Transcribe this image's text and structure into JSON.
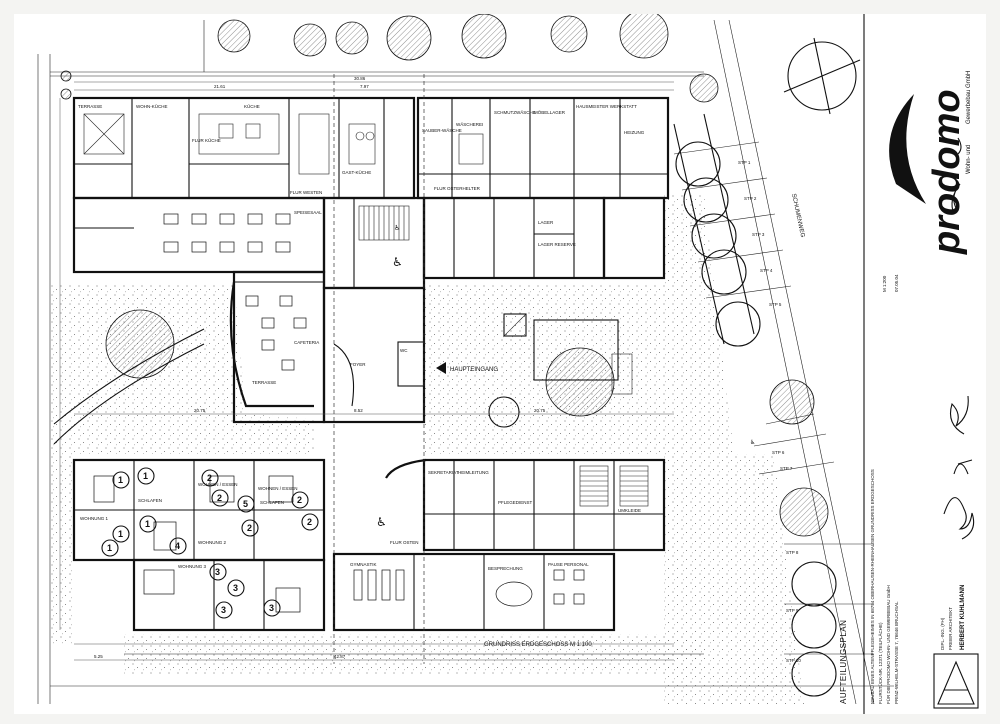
{
  "street": {
    "name": "SCHUMENWEG"
  },
  "drawing": {
    "plan_title": "GRUNDRISS ERDGESCHOSS   M 1:100",
    "main_entrance": "HAUPTEINGANG",
    "terrace": "TERRASSE",
    "foyer": "FOYER",
    "section_plan": "AUFTEILUNGSPLAN"
  },
  "title_block": {
    "project_line1": "NEUBAU EINES ALTENPFLEGEHEIMES IN 68794 OBERHAUSEN-RHEINHAUSEN   GRUNDRISS ERDGESCHOSS",
    "project_line2": "FLURSTÜCK-NR. 12371 (TEILFLÄCHE)",
    "project_line3": "FÜR DIE PRODOMO WOHN- UND GEWERBEBAU GmbH",
    "project_line4": "PRINZ-WILHELM-STRASSE 7, 76646 BRUCHSAL",
    "scale": "M 1:200",
    "date": "07.05.04",
    "architect_line1": "DIPL.-ING. (FH)",
    "architect_line2": "FREIER ARCHITEKT",
    "architect_name": "HERBERT KUHLMANN"
  },
  "logo": {
    "brand": "prodomo",
    "tagline1": "Wohn- und",
    "tagline2": "Gewerbebau GmbH"
  },
  "parking": {
    "stalls": [
      "STP 1",
      "STP 2",
      "STP 3",
      "STP 4",
      "STP 5",
      "STP 6",
      "STP 7",
      "STP 8",
      "STP 9",
      "STP 10"
    ]
  },
  "rooms": {
    "north": [
      {
        "name": "TERRASSE"
      },
      {
        "name": "WOHN-KÜCHE"
      },
      {
        "name": "FLUR KÜCHE"
      },
      {
        "name": "KÜCHE"
      },
      {
        "name": "GAST-KÜCHE"
      },
      {
        "name": "FLUR WESTEN"
      },
      {
        "name": "SAUBER-WÄSCHE"
      },
      {
        "name": "WÄSCHEREI"
      },
      {
        "name": "SCHMUTZWÄSCHE"
      },
      {
        "name": "MÖBELLAGER"
      },
      {
        "name": "HAUSMEISTER WERKSTATT"
      },
      {
        "name": "HEIZUNG"
      },
      {
        "name": "SPEISESAAL"
      },
      {
        "name": "FLUR OSTERHELTER"
      },
      {
        "name": "LAGER"
      },
      {
        "name": "LAGER RESERVE"
      },
      {
        "name": "CAFETERIA"
      }
    ],
    "south": [
      {
        "name": "WOHNEN / ESSEN"
      },
      {
        "name": "WOHNEN / ESSEN"
      },
      {
        "name": "SCHLAFEN"
      },
      {
        "name": "SCHLAFEN"
      },
      {
        "name": "WOHNUNG 1"
      },
      {
        "name": "WOHNUNG 2"
      },
      {
        "name": "WOHNUNG 3"
      },
      {
        "name": "SEKRETARIAT"
      },
      {
        "name": "HEIMLEITUNG"
      },
      {
        "name": "PFLEGEDIENST"
      },
      {
        "name": "BESPRECHUNG"
      },
      {
        "name": "GYMNASTIK"
      },
      {
        "name": "PAUSE PERSONAL"
      },
      {
        "name": "UMKLEIDE"
      },
      {
        "name": "FLUR OSTEN"
      }
    ]
  },
  "units": [
    {
      "num": "1"
    },
    {
      "num": "1"
    },
    {
      "num": "1"
    },
    {
      "num": "1"
    },
    {
      "num": "1"
    },
    {
      "num": "2"
    },
    {
      "num": "2"
    },
    {
      "num": "2"
    },
    {
      "num": "2"
    },
    {
      "num": "2"
    },
    {
      "num": "3"
    },
    {
      "num": "3"
    },
    {
      "num": "3"
    },
    {
      "num": "3"
    },
    {
      "num": "4"
    },
    {
      "num": "5"
    }
  ],
  "dimensions": {
    "top_total": "30.86",
    "top_a": "21.61",
    "top_b": "7.97",
    "mid_a": "20.75",
    "mid_b": "8.52",
    "mid_c": "20.75",
    "bottom_a": "42.87",
    "bottom_b": "5.25"
  },
  "colors": {
    "ink": "#111111",
    "paper": "#ffffff",
    "background": "#f4f4f2"
  }
}
